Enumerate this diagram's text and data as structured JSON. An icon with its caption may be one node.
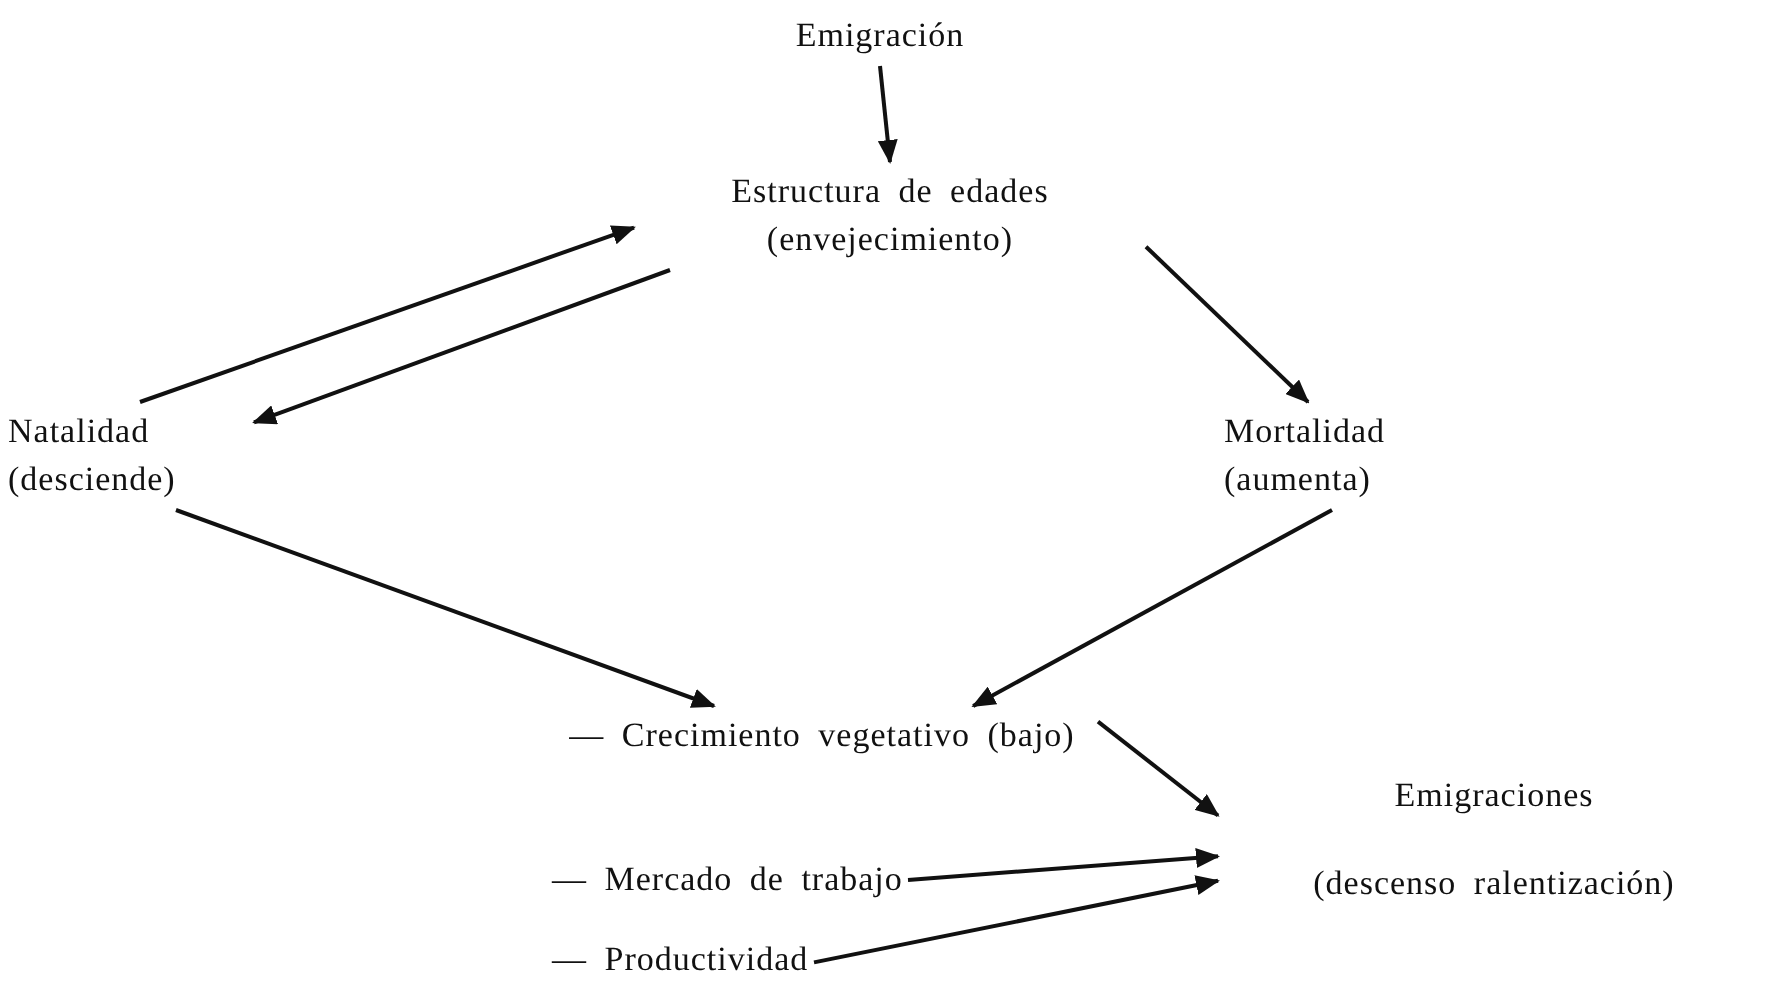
{
  "diagram": {
    "nodes": [
      {
        "text": [
          "Emigración"
        ]
      },
      {
        "text": [
          "Estructura de edades (envejecimiento)"
        ]
      },
      {
        "text": [
          "Natalidad (desciende)"
        ]
      },
      {
        "text": [
          "Mortalidad (aumenta)"
        ]
      },
      {
        "text": [
          "— Crecimiento vegetativo (bajo)"
        ]
      },
      {
        "text": [
          "— Mercado de trabajo"
        ]
      },
      {
        "text": [
          "— Productividad"
        ]
      },
      {
        "text": [
          "Emigraciones",
          "(descenso ralentización)"
        ]
      }
    ],
    "edges": [
      {
        "from": 0,
        "to": 1,
        "arrow": "to"
      },
      {
        "from": 2,
        "to": 1,
        "arrow": "to"
      },
      {
        "from": 1,
        "to": 2,
        "arrow": "to"
      },
      {
        "from": 1,
        "to": 3,
        "arrow": "to"
      },
      {
        "from": 2,
        "to": 4,
        "arrow": "to"
      },
      {
        "from": 3,
        "to": 4,
        "arrow": "to"
      },
      {
        "from": 4,
        "to": 7,
        "arrow": "to"
      },
      {
        "from": 5,
        "to": 7,
        "arrow": "to"
      },
      {
        "from": 6,
        "to": 7,
        "arrow": "to"
      }
    ]
  }
}
